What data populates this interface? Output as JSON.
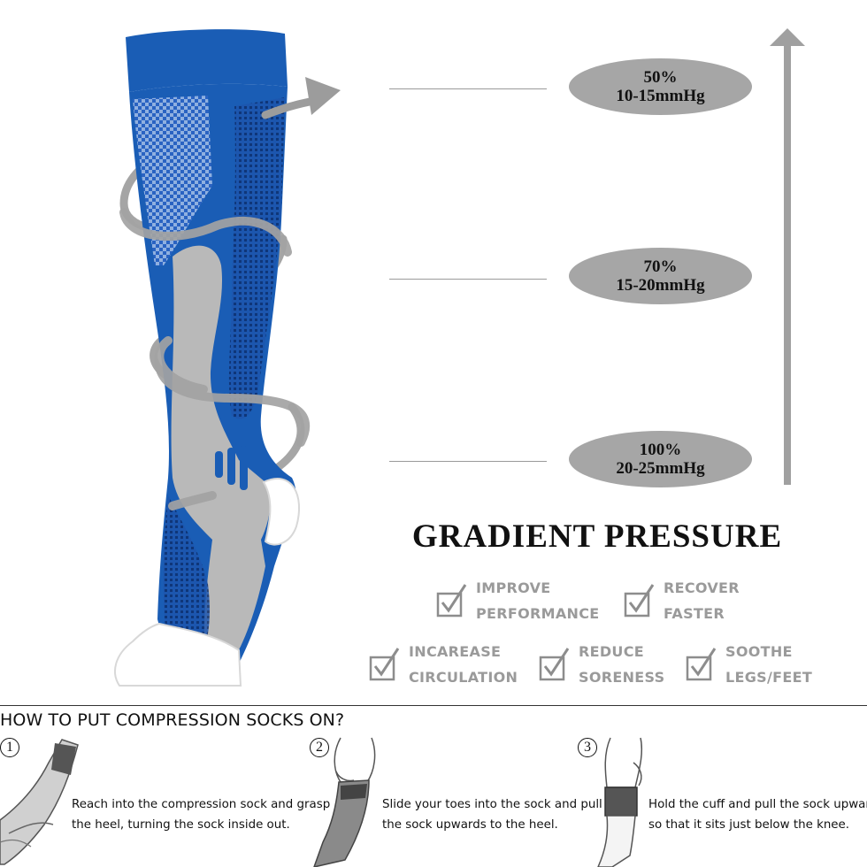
{
  "pressure_levels": [
    {
      "percent": "50%",
      "range": "10-15mmHg"
    },
    {
      "percent": "70%",
      "range": "15-20mmHg"
    },
    {
      "percent": "100%",
      "range": "20-25mmHg"
    }
  ],
  "title": "GRADIENT PRESSURE",
  "benefits": [
    {
      "line1": "IMPROVE",
      "line2": "PERFORMANCE"
    },
    {
      "line1": "RECOVER",
      "line2": "FASTER"
    },
    {
      "line1": "INCAREASE",
      "line2": "CIRCULATION"
    },
    {
      "line1": "REDUCE",
      "line2": "SORENESS"
    },
    {
      "line1": "SOOTHE",
      "line2": "LEGS/FEET"
    }
  ],
  "howto": {
    "heading": "HOW TO PUT COMPRESSION SOCKS ON?",
    "steps": [
      {
        "number": "1",
        "line1": "Reach into the compression sock and grasp",
        "line2": "the heel, turning the sock inside out."
      },
      {
        "number": "2",
        "line1": "Slide your toes into the sock and pull",
        "line2": "the sock upwards to the heel."
      },
      {
        "number": "3",
        "line1": "Hold the cuff and pull the sock upwards",
        "line2": "so that it sits just below the knee."
      }
    ]
  },
  "colors": {
    "sock_blue": "#1a5db5",
    "sock_grey": "#b9b9b9",
    "badge_grey": "#a6a6a6",
    "arrow_grey": "#a0a0a0"
  }
}
